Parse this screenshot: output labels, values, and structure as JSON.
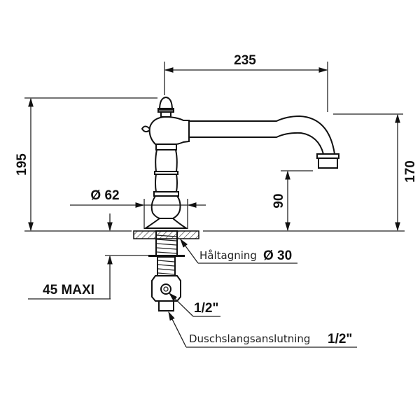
{
  "dimensions": {
    "width_235": "235",
    "height_195": "195",
    "height_170": "170",
    "height_90": "90",
    "diameter_62": "Ø 62",
    "max_45": "45 MAXI"
  },
  "callouts": {
    "hole_label": "Håltagning",
    "hole_value": "Ø 30",
    "thread_value": "1/2\"",
    "hose_label": "Duschslangsanslutning",
    "hose_value": "1/2\""
  }
}
